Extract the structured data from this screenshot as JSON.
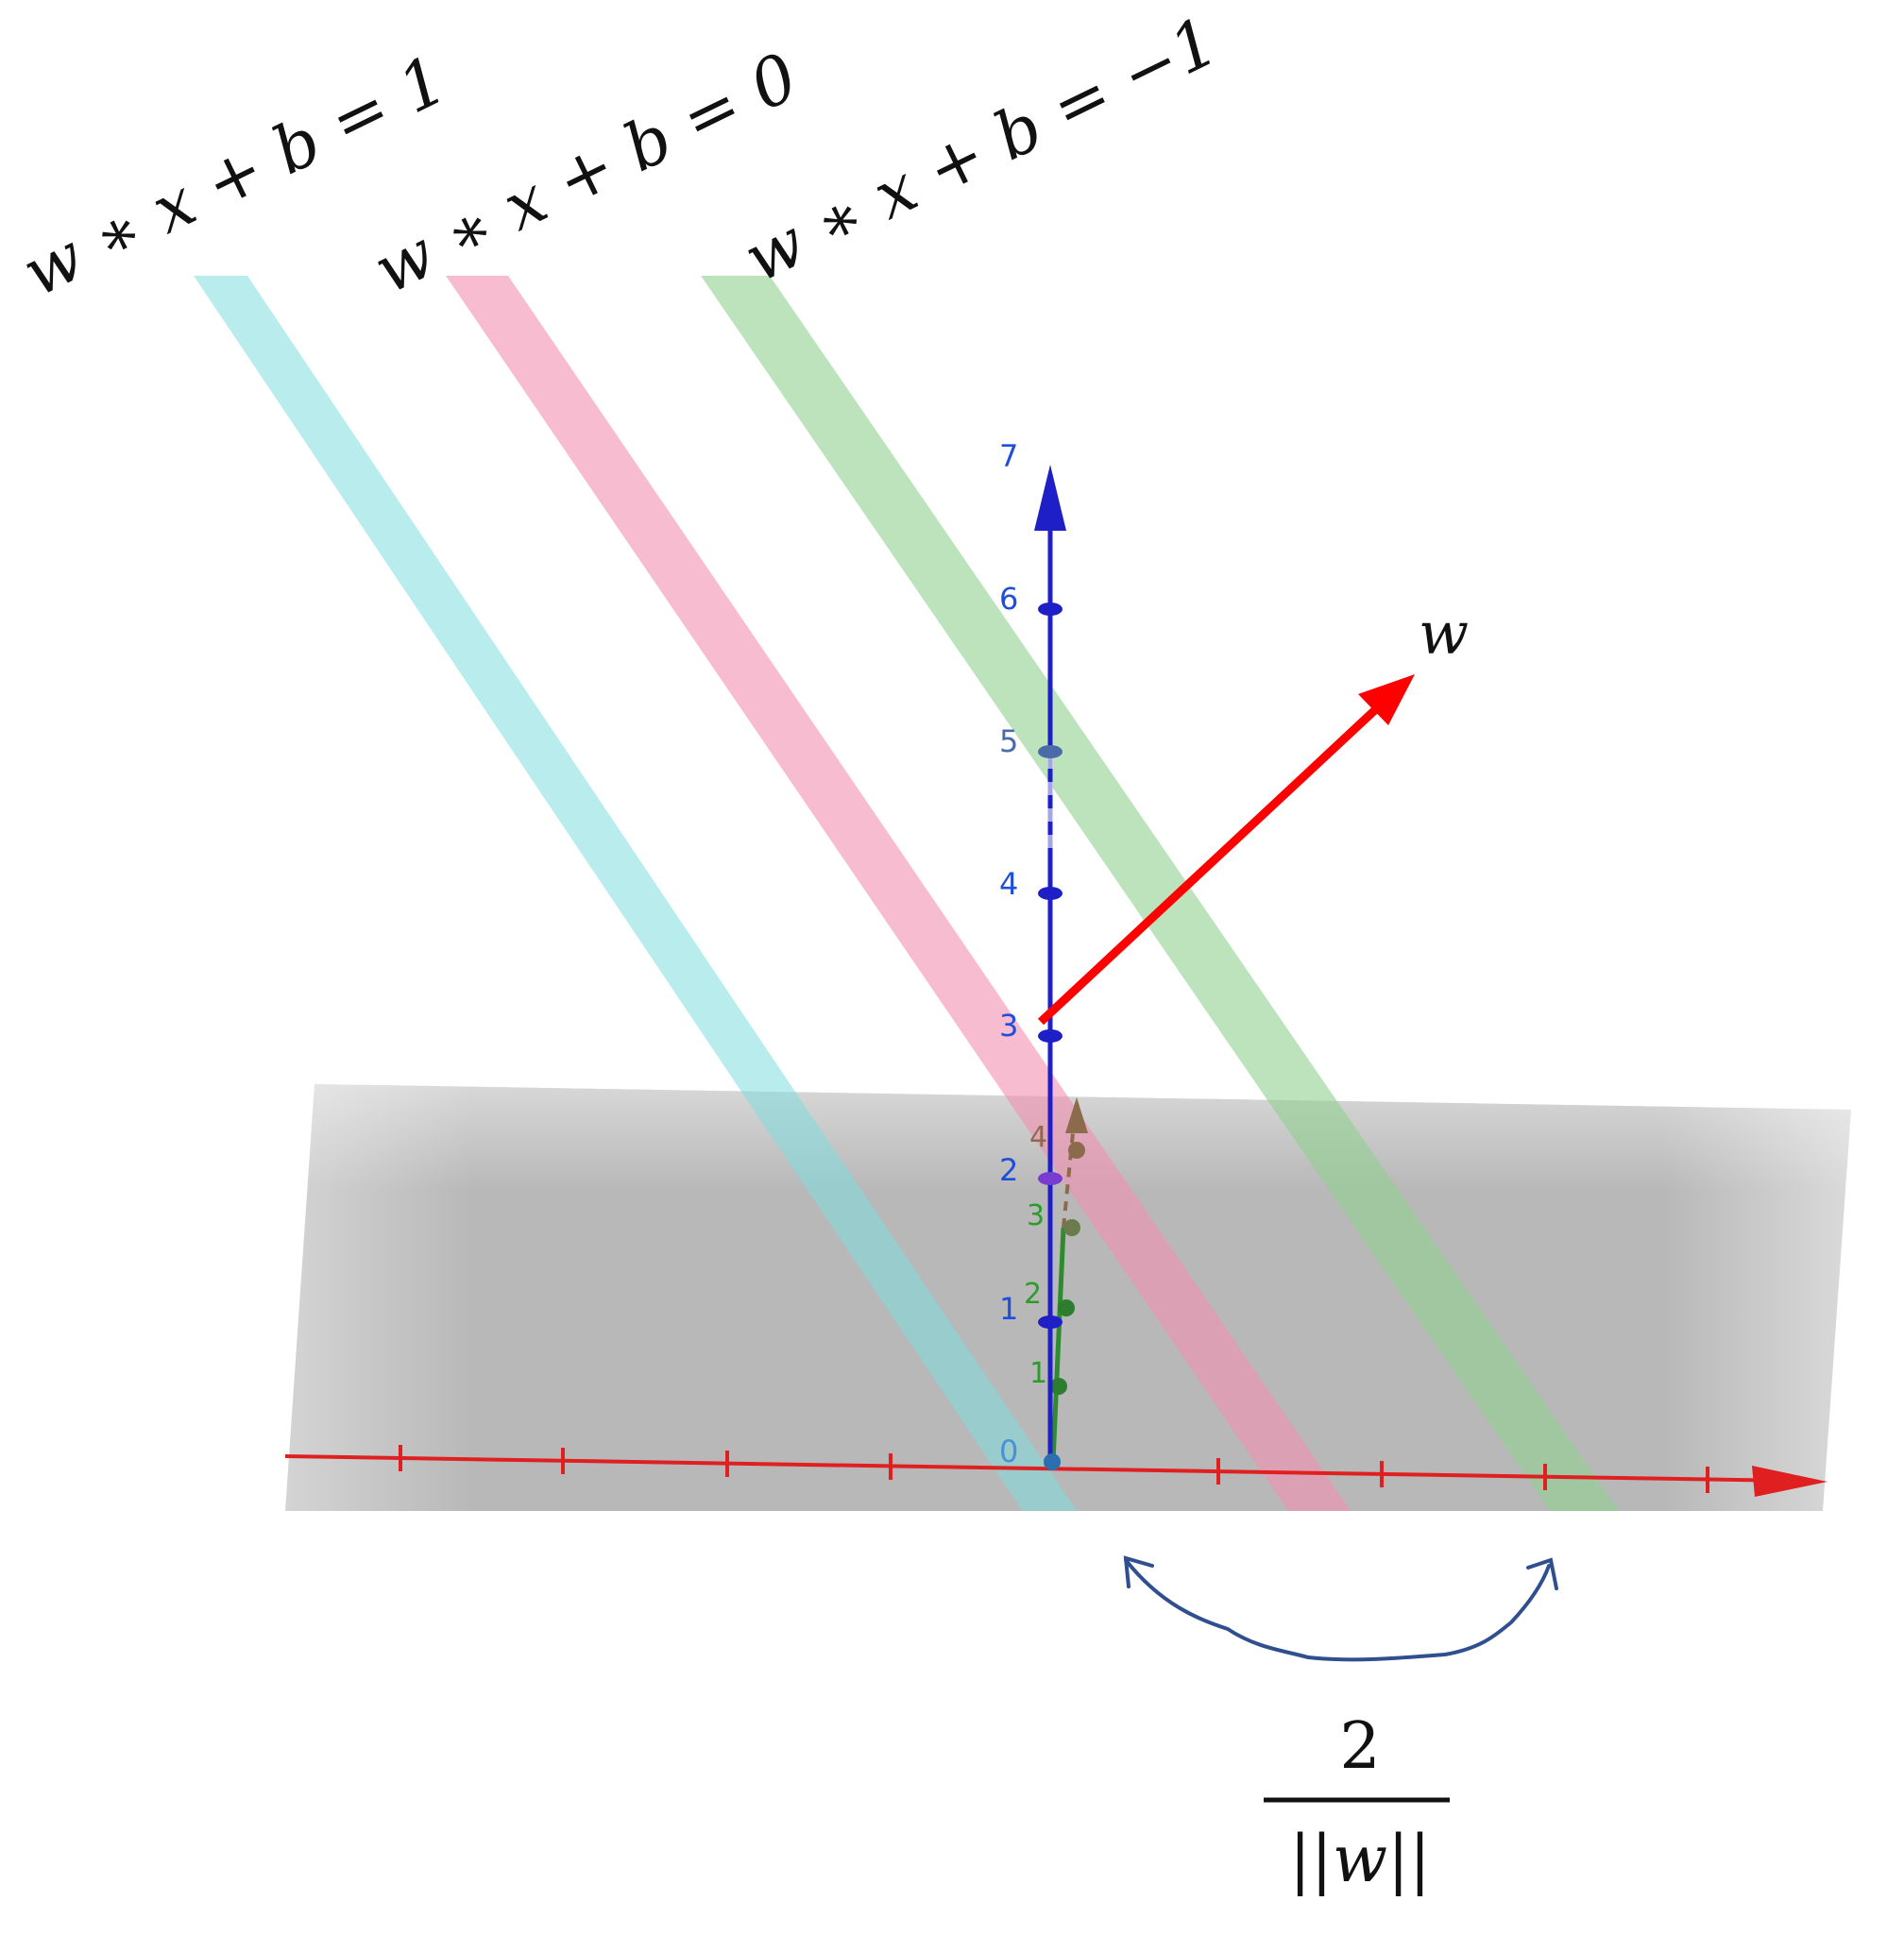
{
  "labels": {
    "plane_pos": "w ∗ x + b = 1",
    "plane_zero": "w ∗ x + b = 0",
    "plane_neg": "w ∗ x + b = −1",
    "vector": "w",
    "margin_numerator": "2",
    "margin_denominator": "||w||"
  },
  "axes": {
    "z_ticks": [
      "0",
      "1",
      "2",
      "3",
      "4",
      "5",
      "6",
      "7"
    ],
    "y_ticks": [
      "0",
      "1",
      "2",
      "3",
      "4"
    ]
  },
  "colors": {
    "plane_pos": "#7fdcdc",
    "plane_zero": "#f48fb1",
    "plane_neg": "#8fd18f",
    "ground": "#b3b3b3",
    "vector": "#ff0000",
    "z_axis": "#1f1fc8",
    "x_axis": "#e02020",
    "y_axis": "#2e8b2e",
    "margin_arrow": "#2f4f8f"
  }
}
